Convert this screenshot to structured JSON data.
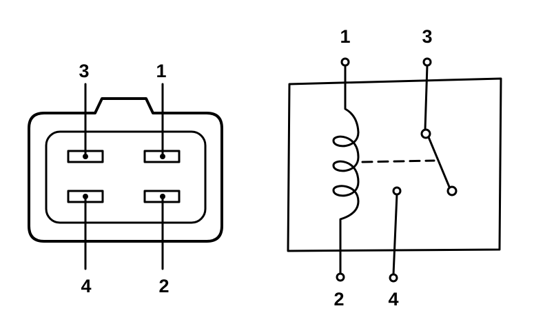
{
  "connector": {
    "labels": {
      "pin3": "3",
      "pin1": "1",
      "pin4": "4",
      "pin2": "2"
    }
  },
  "relay": {
    "labels": {
      "pin1": "1",
      "pin3": "3",
      "pin2": "2",
      "pin4": "4"
    }
  },
  "colors": {
    "line": "#000000",
    "background": "#ffffff"
  }
}
